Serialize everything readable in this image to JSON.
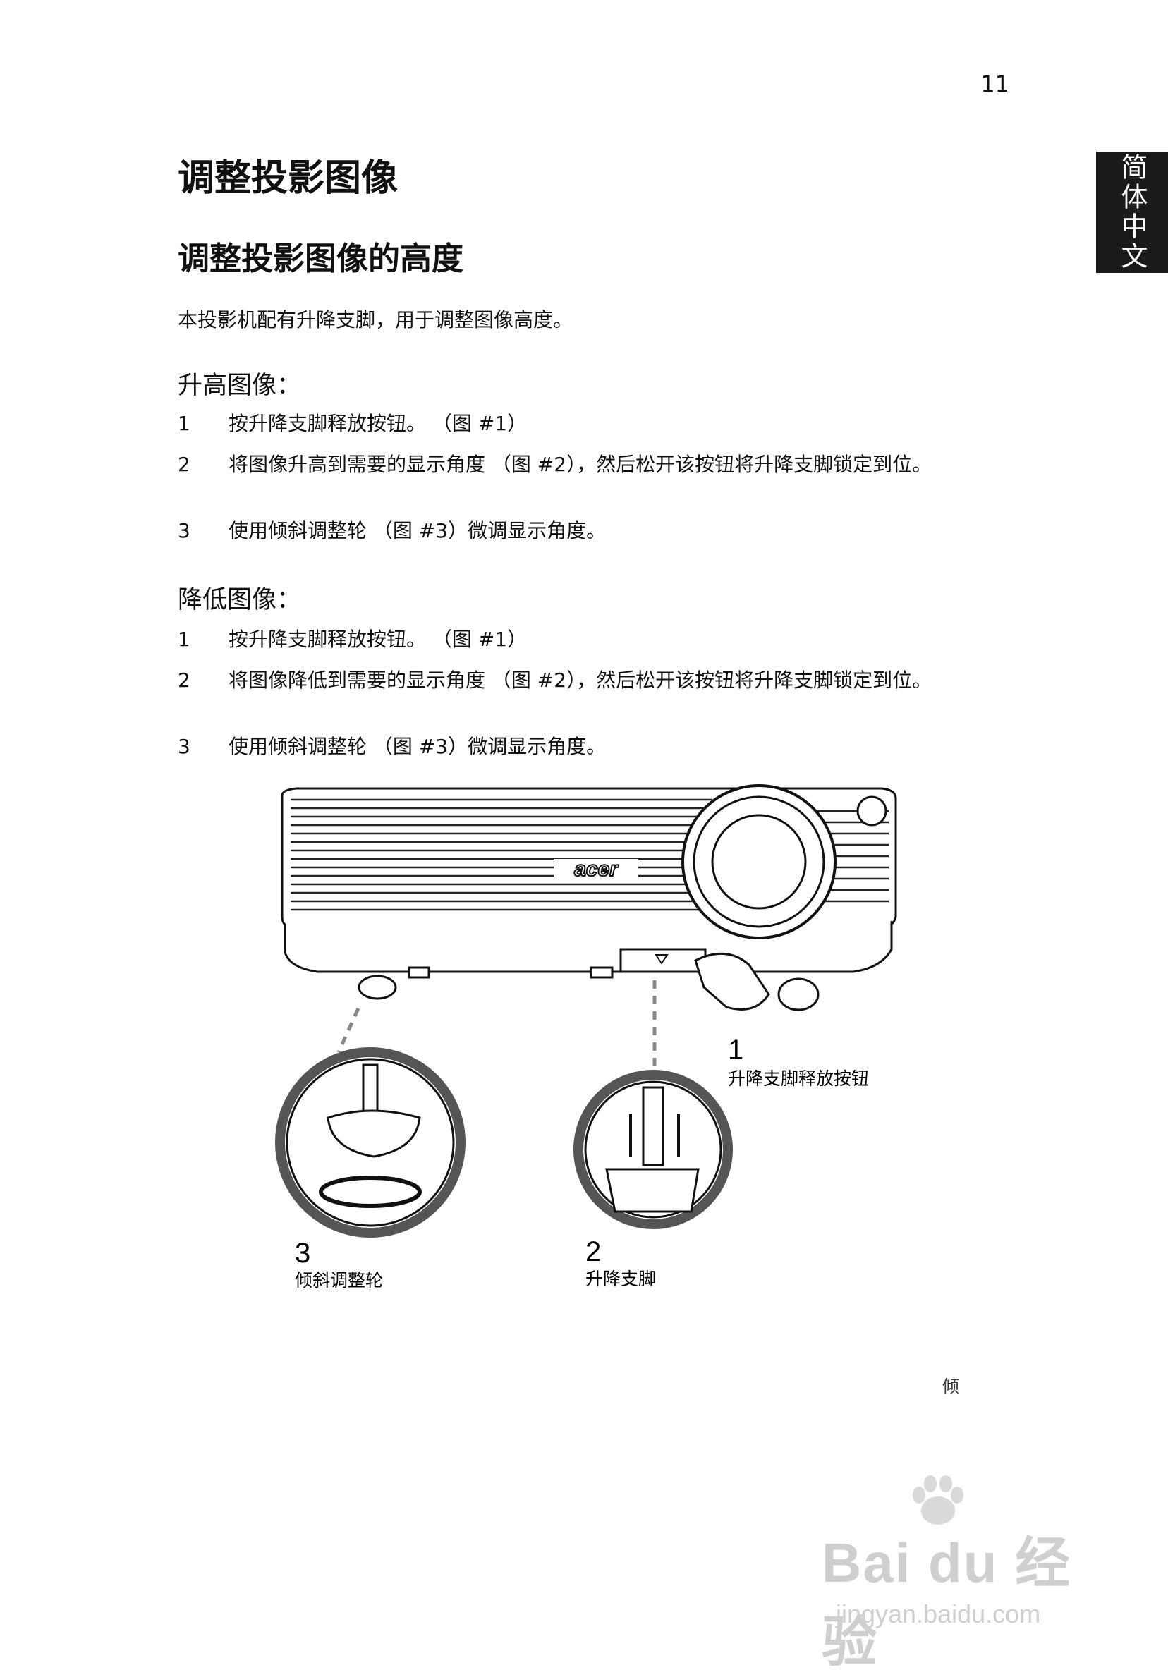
{
  "page_number": "11",
  "side_tab": "简体中文",
  "title": "调整投影图像",
  "section_title": "调整投影图像的高度",
  "intro": "本投影机配有升降支脚，用于调整图像高度。",
  "raise": {
    "heading": "升高图像：",
    "steps": [
      {
        "num": "1",
        "text": "按升降支脚释放按钮。 （图 #1）"
      },
      {
        "num": "2",
        "text": "将图像升高到需要的显示角度 （图 #2），然后松开该按钮将升降支脚锁定到位。"
      },
      {
        "num": "3",
        "text": "使用倾斜调整轮 （图 #3）微调显示角度。"
      }
    ]
  },
  "lower": {
    "heading": "降低图像：",
    "steps": [
      {
        "num": "1",
        "text": "按升降支脚释放按钮。 （图 #1）"
      },
      {
        "num": "2",
        "text": "将图像降低到需要的显示角度 （图 #2），然后松开该按钮将升降支脚锁定到位。"
      },
      {
        "num": "3",
        "text": "使用倾斜调整轮 （图 #3）微调显示角度。"
      }
    ]
  },
  "figure": {
    "brand": "acer",
    "callouts": [
      {
        "num": "1",
        "label": "升降支脚释放按钮"
      },
      {
        "num": "2",
        "label": "升降支脚"
      },
      {
        "num": "3",
        "label": "倾斜调整轮"
      }
    ]
  },
  "stray_char": "倾",
  "watermark": {
    "logo": "Bai du 经验",
    "url": "jingyan.baidu.com"
  }
}
